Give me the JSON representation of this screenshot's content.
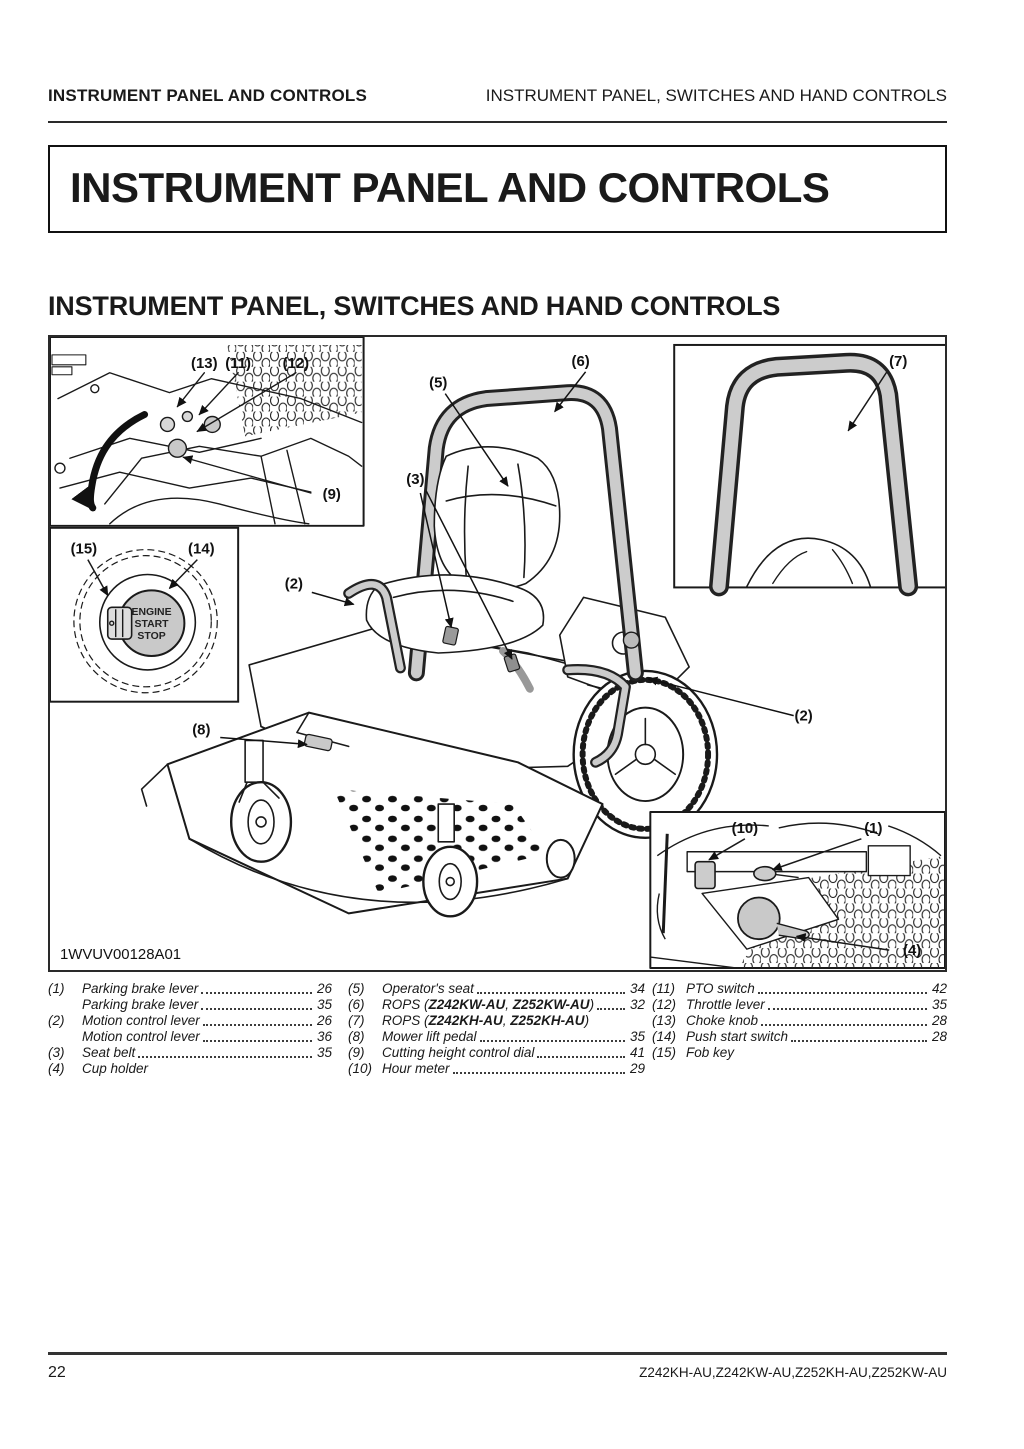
{
  "page": {
    "header_left": "INSTRUMENT PANEL AND CONTROLS",
    "header_right": "INSTRUMENT PANEL, SWITCHES AND HAND CONTROLS",
    "title": "INSTRUMENT PANEL AND CONTROLS",
    "section_heading": "INSTRUMENT PANEL, SWITCHES AND HAND CONTROLS",
    "footer_page_number": "22",
    "footer_models": "Z242KH-AU,Z242KW-AU,Z252KH-AU,Z252KW-AU"
  },
  "figure": {
    "image_code": "1WVUV00128A01",
    "start_button": {
      "line1": "ENGINE",
      "line2": "START",
      "line3": "STOP"
    },
    "callouts": {
      "c1": "(1)",
      "c2l": "(2)",
      "c2r": "(2)",
      "c3": "(3)",
      "c4": "(4)",
      "c5": "(5)",
      "c6": "(6)",
      "c7": "(7)",
      "c8": "(8)",
      "c9": "(9)",
      "c10": "(10)",
      "c11": "(11)",
      "c12": "(12)",
      "c13": "(13)",
      "c14": "(14)",
      "c15": "(15)"
    },
    "colors": {
      "line": "#1a1a1a",
      "tube_gray": "#cccccc",
      "button_gray": "#c9c9c9"
    }
  },
  "legend": {
    "col1": [
      {
        "num": "(1)",
        "label": "Parking brake lever",
        "page": "26"
      },
      {
        "num": "",
        "label": "Parking brake lever",
        "page": "35"
      },
      {
        "num": "(2)",
        "label": "Motion control lever",
        "page": "26"
      },
      {
        "num": "",
        "label": "Motion control lever",
        "page": "36"
      },
      {
        "num": "(3)",
        "label": "Seat belt",
        "page": "35"
      },
      {
        "num": "(4)",
        "label": "Cup holder",
        "page": ""
      }
    ],
    "col2": [
      {
        "num": "(5)",
        "label": "Operator's seat",
        "page": "34"
      },
      {
        "num": "(6)",
        "pre": "ROPS (",
        "m1": "Z242KW-AU",
        "sep": ", ",
        "m2": "Z252KW-AU",
        "post": ") ",
        "page": "32"
      },
      {
        "num": "(7)",
        "pre": "ROPS (",
        "m1": "Z242KH-AU",
        "sep": ", ",
        "m2": "Z252KH-AU",
        "post": ")",
        "page": ""
      },
      {
        "num": "(8)",
        "label": "Mower lift pedal",
        "page": "35"
      },
      {
        "num": "(9)",
        "label": "Cutting height control dial",
        "page": "41"
      },
      {
        "num": "(10)",
        "label": "Hour meter",
        "page": "29"
      }
    ],
    "col3": [
      {
        "num": "(11)",
        "label": "PTO switch",
        "page": "42"
      },
      {
        "num": "(12)",
        "label": "Throttle lever",
        "page": "35"
      },
      {
        "num": "(13)",
        "label": "Choke knob",
        "page": "28"
      },
      {
        "num": "(14)",
        "label": "Push start switch",
        "page": "28"
      },
      {
        "num": "(15)",
        "label": "Fob key",
        "page": ""
      }
    ]
  }
}
